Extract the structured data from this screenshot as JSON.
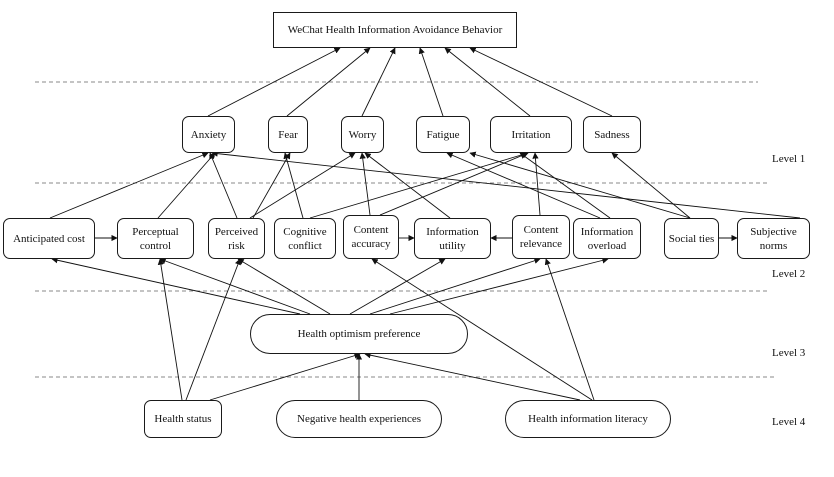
{
  "title_node": "WeChat Health Information Avoidance Behavior",
  "levels": [
    "Level 1",
    "Level 2",
    "Level 3",
    "Level 4"
  ],
  "emotions": [
    "Anxiety",
    "Fear",
    "Worry",
    "Fatigue",
    "Irritation",
    "Sadness"
  ],
  "factors": [
    "Anticipated cost",
    "Perceptual control",
    "Perceived risk",
    "Cognitive conflict",
    "Content accuracy",
    "Information utility",
    "Content relevance",
    "Information overload",
    "Social ties",
    "Subjective norms"
  ],
  "mediator": "Health optimism preference",
  "roots": [
    "Health status",
    "Negative health experiences",
    "Health information literacy"
  ]
}
